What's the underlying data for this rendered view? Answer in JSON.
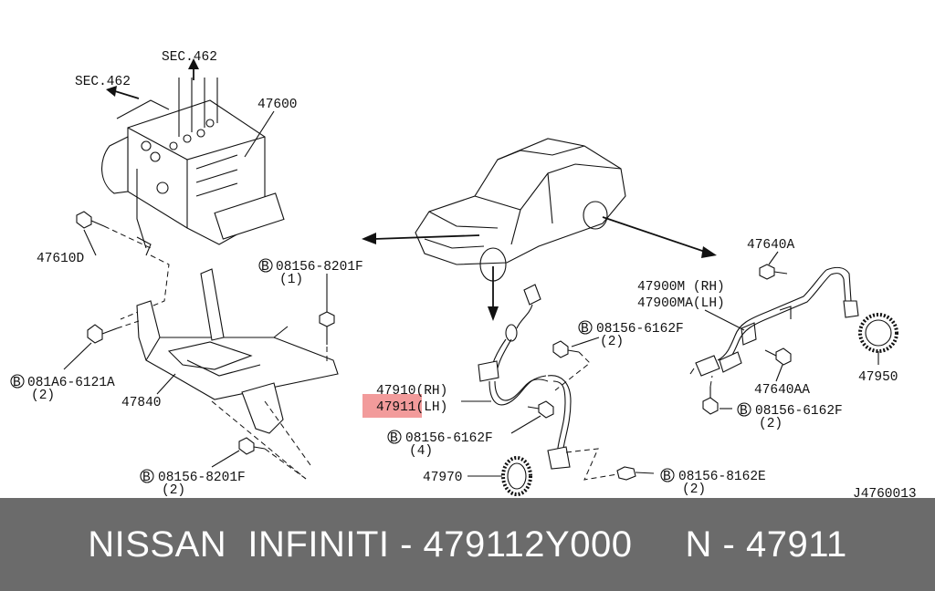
{
  "diagram": {
    "labels": {
      "sec462_top": "SEC.462",
      "sec462_left": "SEC.462",
      "p47600": "47600",
      "p47610d": "47610D",
      "bolt_8201_top": "08156-8201F",
      "bolt_8201_top_qty": "(1)",
      "bolt_6121": "081A6-6121A",
      "bolt_6121_qty": "(2)",
      "p47840": "47840",
      "bolt_8201_bottom": "08156-8201F",
      "bolt_8201_bottom_qty": "(2)",
      "p47910": "47910(RH)",
      "p47911": "47911(LH)",
      "bolt_6162_mid_top": "08156-6162F",
      "bolt_6162_mid_top_qty": "(2)",
      "bolt_6162_mid": "08156-6162F",
      "bolt_6162_mid_qty": "(4)",
      "p47970": "47970",
      "bolt_8162": "08156-8162E",
      "bolt_8162_qty": "(2)",
      "p47640a": "47640A",
      "p47900m": "47900M (RH)",
      "p47900ma": "47900MA(LH)",
      "p47640aa": "47640AA",
      "p47950": "47950",
      "bolt_6162_right": "08156-6162F",
      "bolt_6162_right_qty": "(2)",
      "diagram_code": "J4760013",
      "bolt_marker": "B"
    },
    "highlight_color": "#f08a8a"
  },
  "footer": {
    "text": "NISSAN  INFINITI - 479112Y000     N - 47911",
    "background": "#6b6b6b"
  }
}
